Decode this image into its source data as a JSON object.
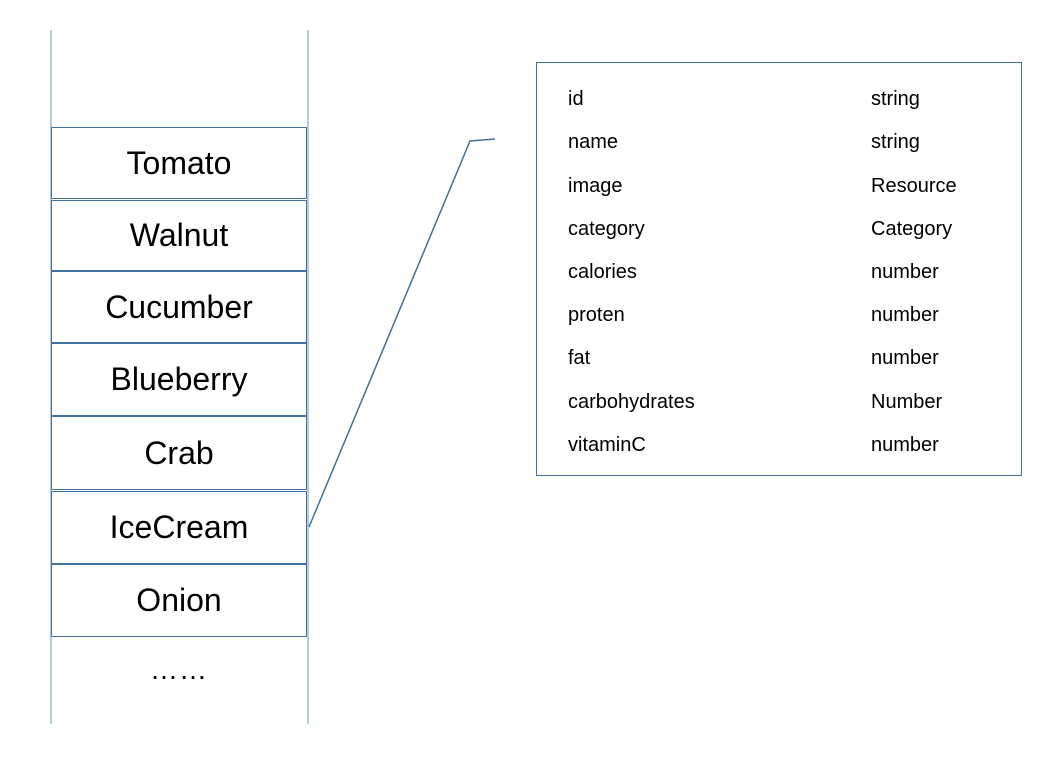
{
  "list": {
    "items": [
      {
        "label": "Tomato"
      },
      {
        "label": "Walnut"
      },
      {
        "label": "Cucumber"
      },
      {
        "label": "Blueberry"
      },
      {
        "label": "Crab"
      },
      {
        "label": "IceCream"
      },
      {
        "label": "Onion"
      }
    ],
    "more": "……",
    "highlighted": "IceCream"
  },
  "schema": {
    "fields": [
      {
        "name": "id",
        "type": "string"
      },
      {
        "name": "name",
        "type": "string"
      },
      {
        "name": "image",
        "type": "Resource"
      },
      {
        "name": "category",
        "type": "Category"
      },
      {
        "name": "calories",
        "type": "number"
      },
      {
        "name": "proten",
        "type": "number"
      },
      {
        "name": "fat",
        "type": "number"
      },
      {
        "name": "carbohydrates",
        "type": "Number"
      },
      {
        "name": "vitaminC",
        "type": "number"
      }
    ]
  },
  "colors": {
    "border": "#41719c",
    "guide": "#5b9bd5",
    "text": "#000000"
  }
}
